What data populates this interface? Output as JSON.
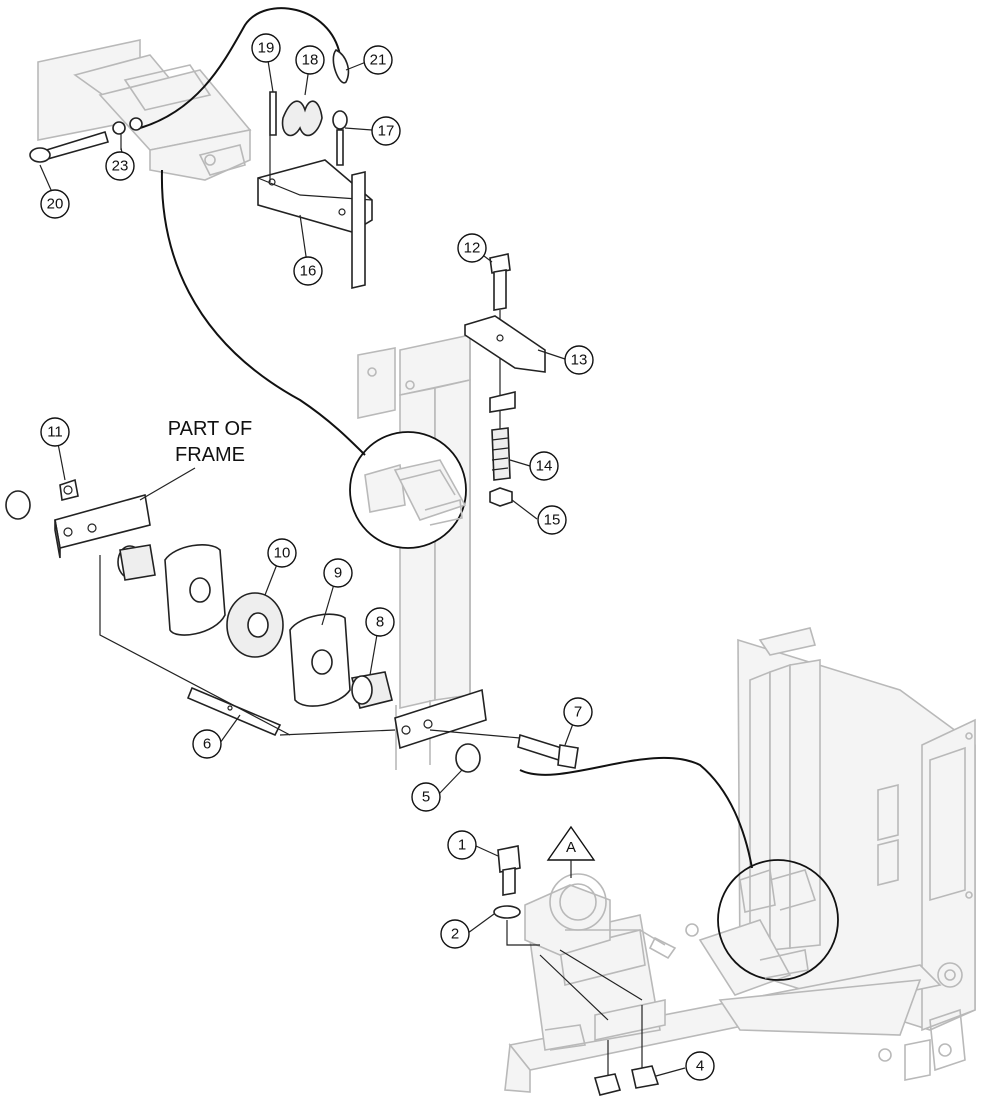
{
  "callouts": [
    {
      "id": "1",
      "label": "1"
    },
    {
      "id": "2",
      "label": "2"
    },
    {
      "id": "4",
      "label": "4"
    },
    {
      "id": "5",
      "label": "5"
    },
    {
      "id": "6",
      "label": "6"
    },
    {
      "id": "7",
      "label": "7"
    },
    {
      "id": "8",
      "label": "8"
    },
    {
      "id": "9",
      "label": "9"
    },
    {
      "id": "10",
      "label": "10"
    },
    {
      "id": "11",
      "label": "11"
    },
    {
      "id": "12",
      "label": "12"
    },
    {
      "id": "13",
      "label": "13"
    },
    {
      "id": "14",
      "label": "14"
    },
    {
      "id": "15",
      "label": "15"
    },
    {
      "id": "16",
      "label": "16"
    },
    {
      "id": "17",
      "label": "17"
    },
    {
      "id": "18",
      "label": "18"
    },
    {
      "id": "19",
      "label": "19"
    },
    {
      "id": "20",
      "label": "20"
    },
    {
      "id": "21",
      "label": "21"
    },
    {
      "id": "23",
      "label": "23"
    }
  ],
  "frame_note": {
    "line1": "PART OF",
    "line2": "FRAME"
  },
  "detail_marker": "A"
}
